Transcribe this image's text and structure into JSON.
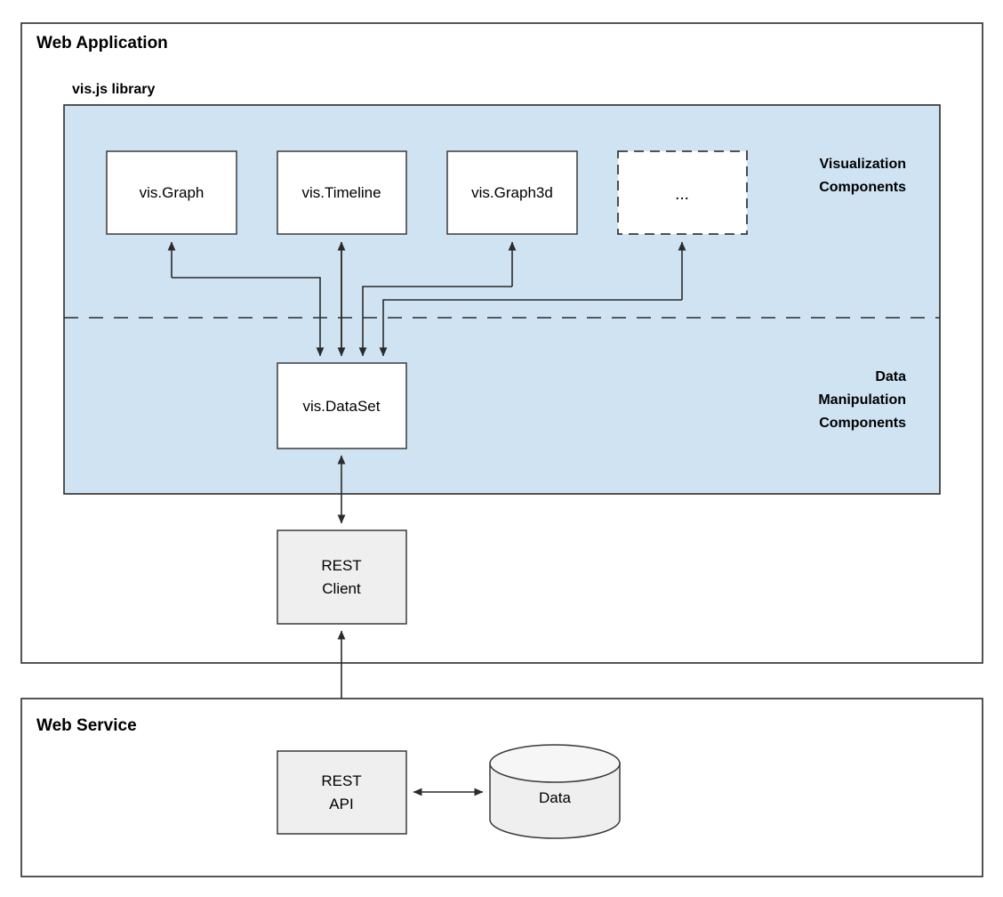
{
  "panels": {
    "web_application": {
      "title": "Web Application"
    },
    "web_service": {
      "title": "Web Service"
    }
  },
  "library": {
    "title": "vis.js library",
    "fill_color": "#cfe3f3",
    "group_labels": {
      "visualization": {
        "line1": "Visualization",
        "line2": "Components"
      },
      "data_manipulation": {
        "line1": "Data",
        "line2": "Manipulation",
        "line3": "Components"
      }
    }
  },
  "nodes": {
    "vis_graph": {
      "label": "vis.Graph"
    },
    "vis_timeline": {
      "label": "vis.Timeline"
    },
    "vis_graph3d": {
      "label": "vis.Graph3d"
    },
    "vis_more": {
      "label": "..."
    },
    "vis_dataset": {
      "label": "vis.DataSet"
    },
    "rest_client": {
      "line1": "REST",
      "line2": "Client"
    },
    "rest_api": {
      "line1": "REST",
      "line2": "API"
    },
    "data_store": {
      "label": "Data"
    }
  }
}
